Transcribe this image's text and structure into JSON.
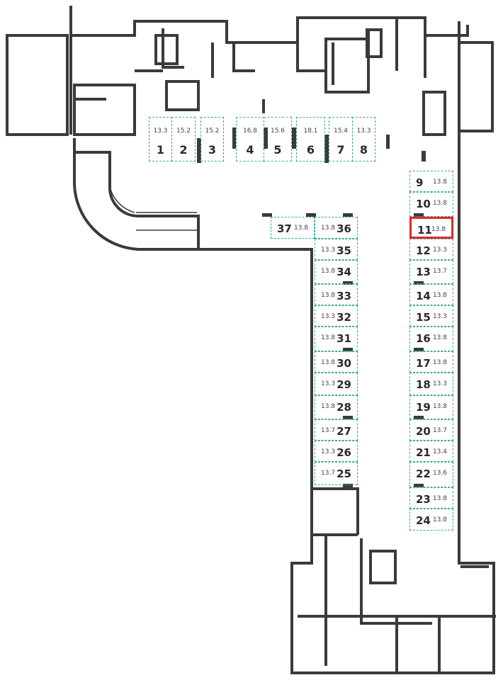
{
  "title": "Parking floor plan",
  "selected_spot": "11",
  "colors": {
    "spot_border": "#3aa8a0",
    "selected": "#d92b2b",
    "wall": "#3a3a3a"
  },
  "spots": {
    "s1": {
      "num": "1",
      "area": "13.3"
    },
    "s2": {
      "num": "2",
      "area": "15.2"
    },
    "s3": {
      "num": "3",
      "area": "15.2"
    },
    "s4": {
      "num": "4",
      "area": "16.8"
    },
    "s5": {
      "num": "5",
      "area": "15.6"
    },
    "s6": {
      "num": "6",
      "area": "18.1"
    },
    "s7": {
      "num": "7",
      "area": "15.4"
    },
    "s8": {
      "num": "8",
      "area": "13.3"
    },
    "s9": {
      "num": "9",
      "area": "13.8"
    },
    "s10": {
      "num": "10",
      "area": "13.8"
    },
    "s11": {
      "num": "11",
      "area": "13.8"
    },
    "s12": {
      "num": "12",
      "area": "13.3"
    },
    "s13": {
      "num": "13",
      "area": "13.7"
    },
    "s14": {
      "num": "14",
      "area": "13.8"
    },
    "s15": {
      "num": "15",
      "area": "13.3"
    },
    "s16": {
      "num": "16",
      "area": "13.8"
    },
    "s17": {
      "num": "17",
      "area": "13.8"
    },
    "s18": {
      "num": "18",
      "area": "13.3"
    },
    "s19": {
      "num": "19",
      "area": "13.8"
    },
    "s20": {
      "num": "20",
      "area": "13.7"
    },
    "s21": {
      "num": "21",
      "area": "13.4"
    },
    "s22": {
      "num": "22",
      "area": "13.6"
    },
    "s23": {
      "num": "23",
      "area": "13.8"
    },
    "s24": {
      "num": "24",
      "area": "13.8"
    },
    "s25": {
      "num": "25",
      "area": "13.7"
    },
    "s26": {
      "num": "26",
      "area": "13.3"
    },
    "s27": {
      "num": "27",
      "area": "13.7"
    },
    "s28": {
      "num": "28",
      "area": "13.8"
    },
    "s29": {
      "num": "29",
      "area": "13.3"
    },
    "s30": {
      "num": "30",
      "area": "13.8"
    },
    "s31": {
      "num": "31",
      "area": "13.8"
    },
    "s32": {
      "num": "32",
      "area": "13.3"
    },
    "s33": {
      "num": "33",
      "area": "13.8"
    },
    "s34": {
      "num": "34",
      "area": "13.8"
    },
    "s35": {
      "num": "35",
      "area": "13.3"
    },
    "s36": {
      "num": "36",
      "area": "13.8"
    },
    "s37": {
      "num": "37",
      "area": "13.8"
    }
  }
}
